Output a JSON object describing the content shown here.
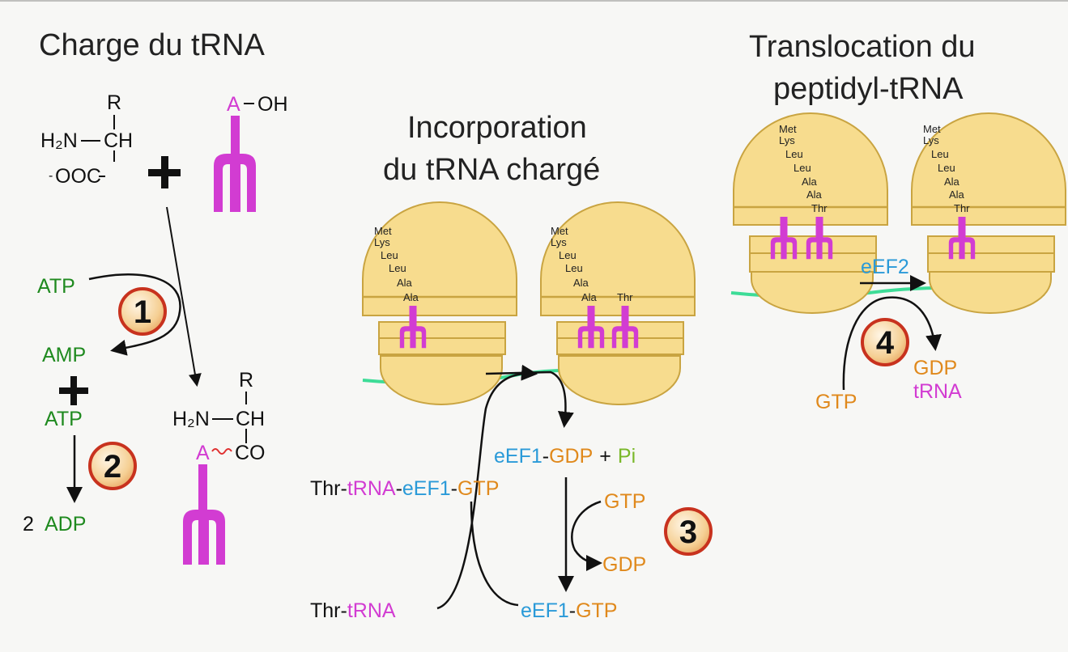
{
  "titles": {
    "charge": "Charge du tRNA",
    "incorporation_line1": "Incorporation",
    "incorporation_line2": "du tRNA chargé",
    "translocation_line1": "Translocation du",
    "translocation_line2": "peptidyl-tRNA"
  },
  "chemistry": {
    "r": "R",
    "h2n": "H₂N",
    "ch": "CH",
    "ooc": "OOC",
    "minus": "-",
    "co": "CO",
    "a": "A",
    "oh": "OH",
    "plus": "+",
    "dash": "–"
  },
  "step1": {
    "atp": "ATP",
    "amp": "AMP",
    "number": "1"
  },
  "step2": {
    "atp": "ATP",
    "two": "2",
    "adp": "ADP",
    "number": "2"
  },
  "step3": {
    "eef1": "eEF1",
    "gdp": "GDP",
    "plus": "+",
    "pi": "Pi",
    "thr": "Thr",
    "trna": "tRNA",
    "gtp": "GTP",
    "number": "3"
  },
  "step4": {
    "eef2": "eEF2",
    "gtp": "GTP",
    "gdp": "GDP",
    "trna": "tRNA",
    "number": "4"
  },
  "ribosome_left_chain": [
    "Met",
    "Lys",
    "Leu",
    "Leu",
    "Ala",
    "Ala"
  ],
  "ribosome_right_chain": [
    "Met",
    "Lys",
    "Leu",
    "Leu",
    "Ala",
    "Ala",
    "Thr"
  ],
  "ribosome_incoming": "Thr",
  "trans_left_chain": [
    "Met",
    "Lys",
    "Leu",
    "Leu",
    "Ala",
    "Ala",
    "Thr"
  ],
  "trans_right_chain": [
    "Met",
    "Lys",
    "Leu",
    "Leu",
    "Ala",
    "Ala",
    "Thr"
  ],
  "colors": {
    "ribosome_fill": "#f7dc8e",
    "ribosome_stroke": "#c9a441",
    "trna": "#d23cd2",
    "mrna": "#3ddc97",
    "green_text": "#1f8a1f",
    "blue_text": "#2a9ad8",
    "orange_text": "#e0891c",
    "badge_fill": "#f8d9a8",
    "badge_ring": "#c8321e"
  }
}
